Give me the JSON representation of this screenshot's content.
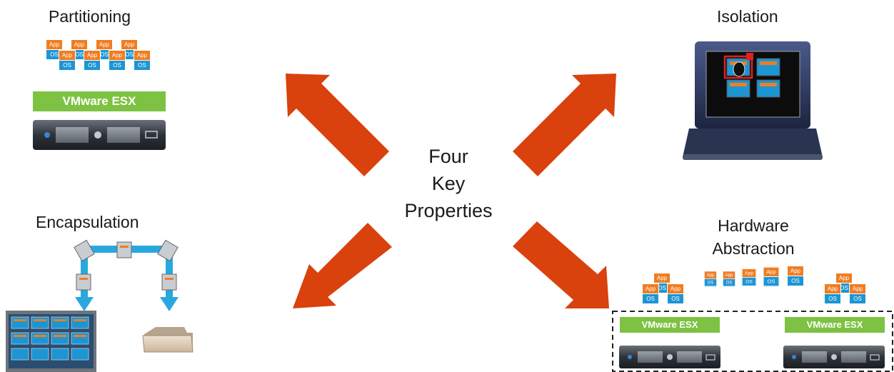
{
  "center": {
    "line1": "Four",
    "line2": "Key",
    "line3": "Properties"
  },
  "quadrants": {
    "partitioning": {
      "title": "Partitioning",
      "esx": "VMware ESX"
    },
    "isolation": {
      "title": "Isolation"
    },
    "encapsulation": {
      "title": "Encapsulation"
    },
    "hardware": {
      "title_line1": "Hardware",
      "title_line2": "Abstraction",
      "esx_left": "VMware ESX",
      "esx_right": "VMware ESX"
    }
  },
  "vm": {
    "app": "App",
    "os": "OS"
  },
  "colors": {
    "arrow": "#d9410d",
    "app": "#f07d21",
    "os": "#1d95d3",
    "esx": "#7dc242",
    "pipe": "#29a8e0"
  }
}
